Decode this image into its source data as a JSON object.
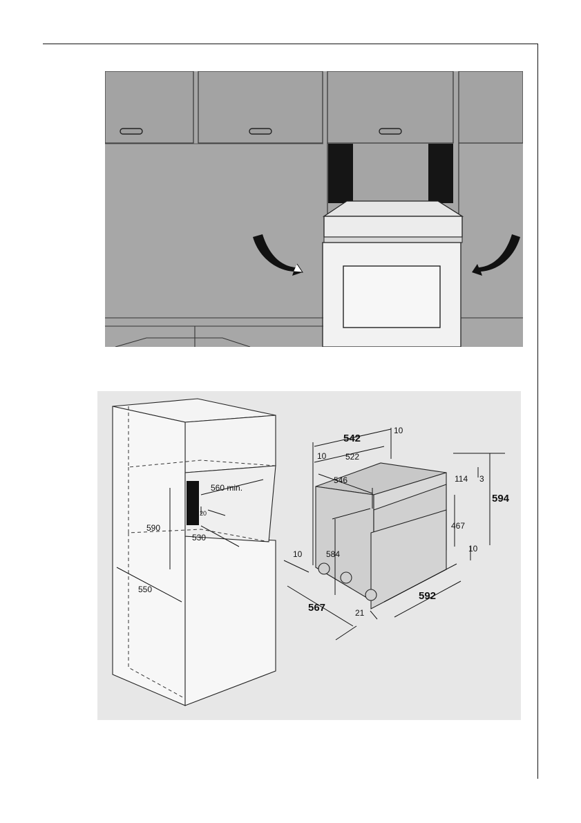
{
  "figure_top": {
    "description_icons": [
      "rotate-arrow-icon",
      "rotate-arrow-icon"
    ]
  },
  "figure_bottom": {
    "cabinet_labels": {
      "min_width": "560 min.",
      "height": "590",
      "gap": "20",
      "depth_inner": "530",
      "depth": "550"
    },
    "oven_labels": {
      "overall_width": "542",
      "right_offset": "10",
      "left_offset": "10",
      "inner_width": "522",
      "body_width": "546",
      "top_panel": "114",
      "top_gap": "3",
      "overall_height": "594",
      "door_height": "467",
      "bottom_gap": "10",
      "body_height": "584",
      "side_offset": "10",
      "depth": "567",
      "front_thickness": "21",
      "front_width": "592"
    }
  }
}
